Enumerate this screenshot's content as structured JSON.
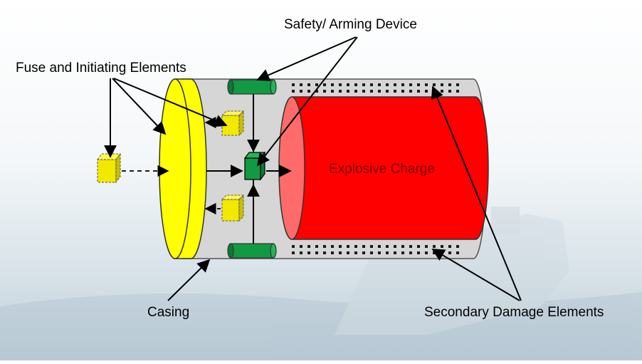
{
  "labels": {
    "safety_arming": "Safety/ Arming Device",
    "fuse": "Fuse and Initiating Elements",
    "explosive": "Explosive Charge",
    "casing": "Casing",
    "secondary": "Secondary Damage Elements"
  },
  "colors": {
    "casing_body": "#d6d6d6",
    "casing_end": "#ffff00",
    "explosive": "#ff0000",
    "explosive_face": "#ff6a6a",
    "safety_arming": "#119944",
    "fuse_element": "#f2e800",
    "outline": "#000000"
  }
}
